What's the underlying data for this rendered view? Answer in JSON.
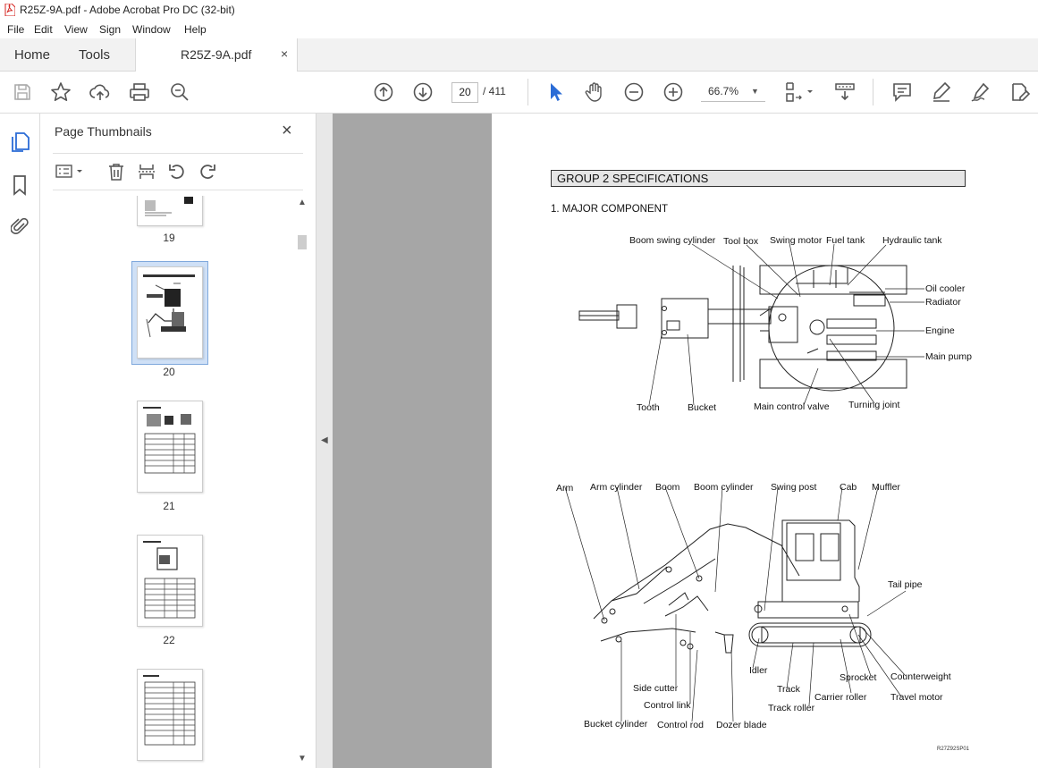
{
  "window": {
    "title": "R25Z-9A.pdf - Adobe Acrobat Pro DC (32-bit)"
  },
  "menu": [
    "File",
    "Edit",
    "View",
    "Sign",
    "Window",
    "Help"
  ],
  "tabs": {
    "home": "Home",
    "tools": "Tools",
    "document": "R25Z-9A.pdf",
    "close": "×"
  },
  "toolbar": {
    "current_page": "20",
    "total_pages": "/ 411",
    "zoom": "66.7%"
  },
  "thumbnails": {
    "title": "Page Thumbnails",
    "close": "×",
    "pages": [
      "19",
      "20",
      "21",
      "22"
    ],
    "selected": "20"
  },
  "document": {
    "group_header": "GROUP  2  SPECIFICATIONS",
    "section": "1.  MAJOR COMPONENT",
    "top_view_labels": {
      "boom_swing_cylinder": "Boom swing cylinder",
      "tool_box": "Tool box",
      "swing_motor": "Swing motor",
      "fuel_tank": "Fuel tank",
      "hydraulic_tank": "Hydraulic tank",
      "oil_cooler": "Oil cooler",
      "radiator": "Radiator",
      "engine": "Engine",
      "main_pump": "Main pump",
      "tooth": "Tooth",
      "bucket": "Bucket",
      "main_control_valve": "Main control valve",
      "turning_joint": "Turning joint"
    },
    "side_view_labels": {
      "arm": "Arm",
      "arm_cylinder": "Arm cylinder",
      "boom": "Boom",
      "boom_cylinder": "Boom cylinder",
      "swing_post": "Swing post",
      "cab": "Cab",
      "muffler": "Muffler",
      "tail_pipe": "Tail pipe",
      "idler": "Idler",
      "sprocket": "Sprocket",
      "counterweight": "Counterweight",
      "side_cutter": "Side cutter",
      "track": "Track",
      "carrier_roller": "Carrier roller",
      "travel_motor": "Travel motor",
      "control_link": "Control link",
      "track_roller": "Track roller",
      "bucket_cylinder": "Bucket cylinder",
      "control_rod": "Control rod",
      "dozer_blade": "Dozer blade"
    },
    "figure_code": "R27Z92SP01"
  },
  "colors": {
    "accent": "#2b6cd6",
    "pdf_red": "#d4231f",
    "doc_bg": "#a6a6a6"
  }
}
